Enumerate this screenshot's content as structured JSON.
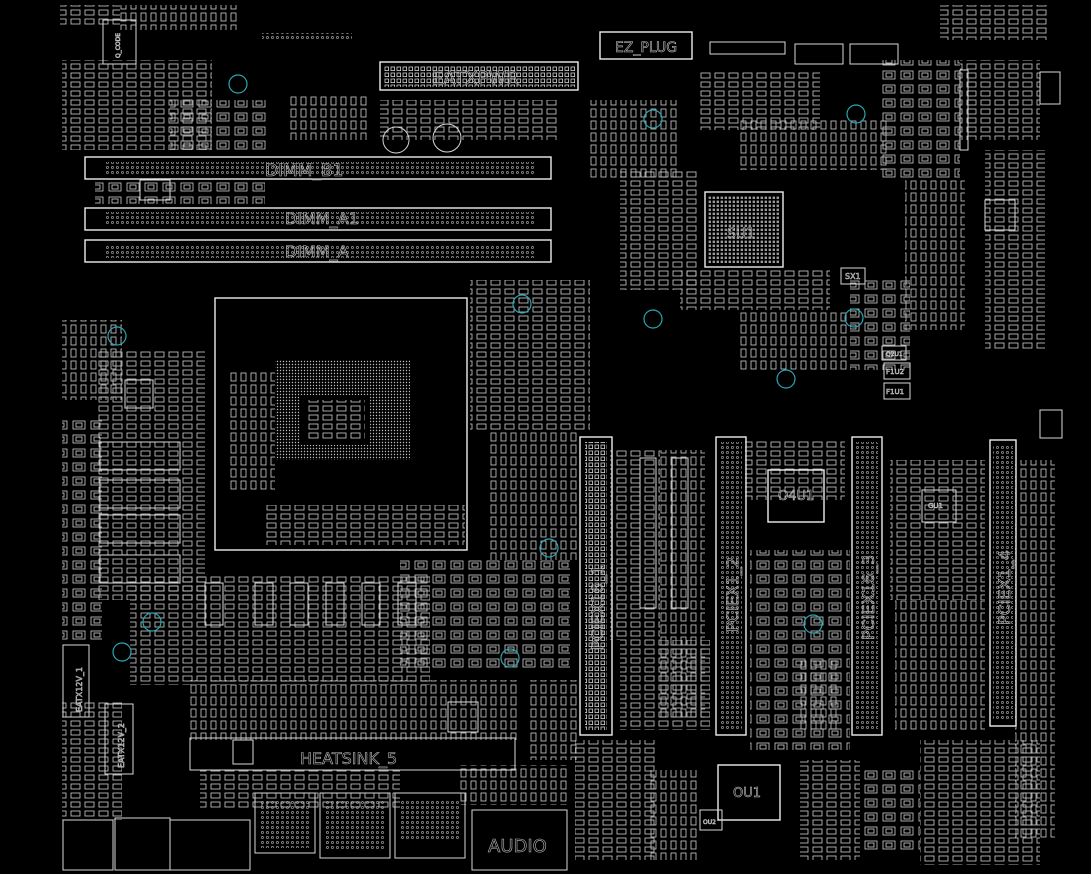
{
  "labels": {
    "eatxpwr": "EATXPWR",
    "ez_plug": "EZ_PLUG",
    "dimm_b1": "DIMM_B1",
    "dimm_a1": "DIMM_A1",
    "dimm_a": "DIMM_A",
    "su1": "SU1",
    "o4u1": "O4U1",
    "ou1": "OU1",
    "pciex16_1": "PCIEX16_1",
    "pciex1_2": "PCIEX1_2",
    "pciex16_3": "PCIEX16_3",
    "pciex1_4": "PCIEX1_4",
    "audio": "AUDIO",
    "heatsink": "HEATSINK_5",
    "eatx12v_1": "EATX12V_1",
    "eatx12v_2": "EATX12V_2",
    "q_code": "Q_CODE",
    "sx1": "SX1",
    "f1u2": "F1U2",
    "f1u1": "F1U1",
    "q2u1": "Q2U1",
    "gu1": "GU1",
    "ou2": "OU2"
  },
  "colors": {
    "background": "#000000",
    "silkscreen": "#d8d8d8",
    "mounting_hole": "#2aa7b5"
  }
}
